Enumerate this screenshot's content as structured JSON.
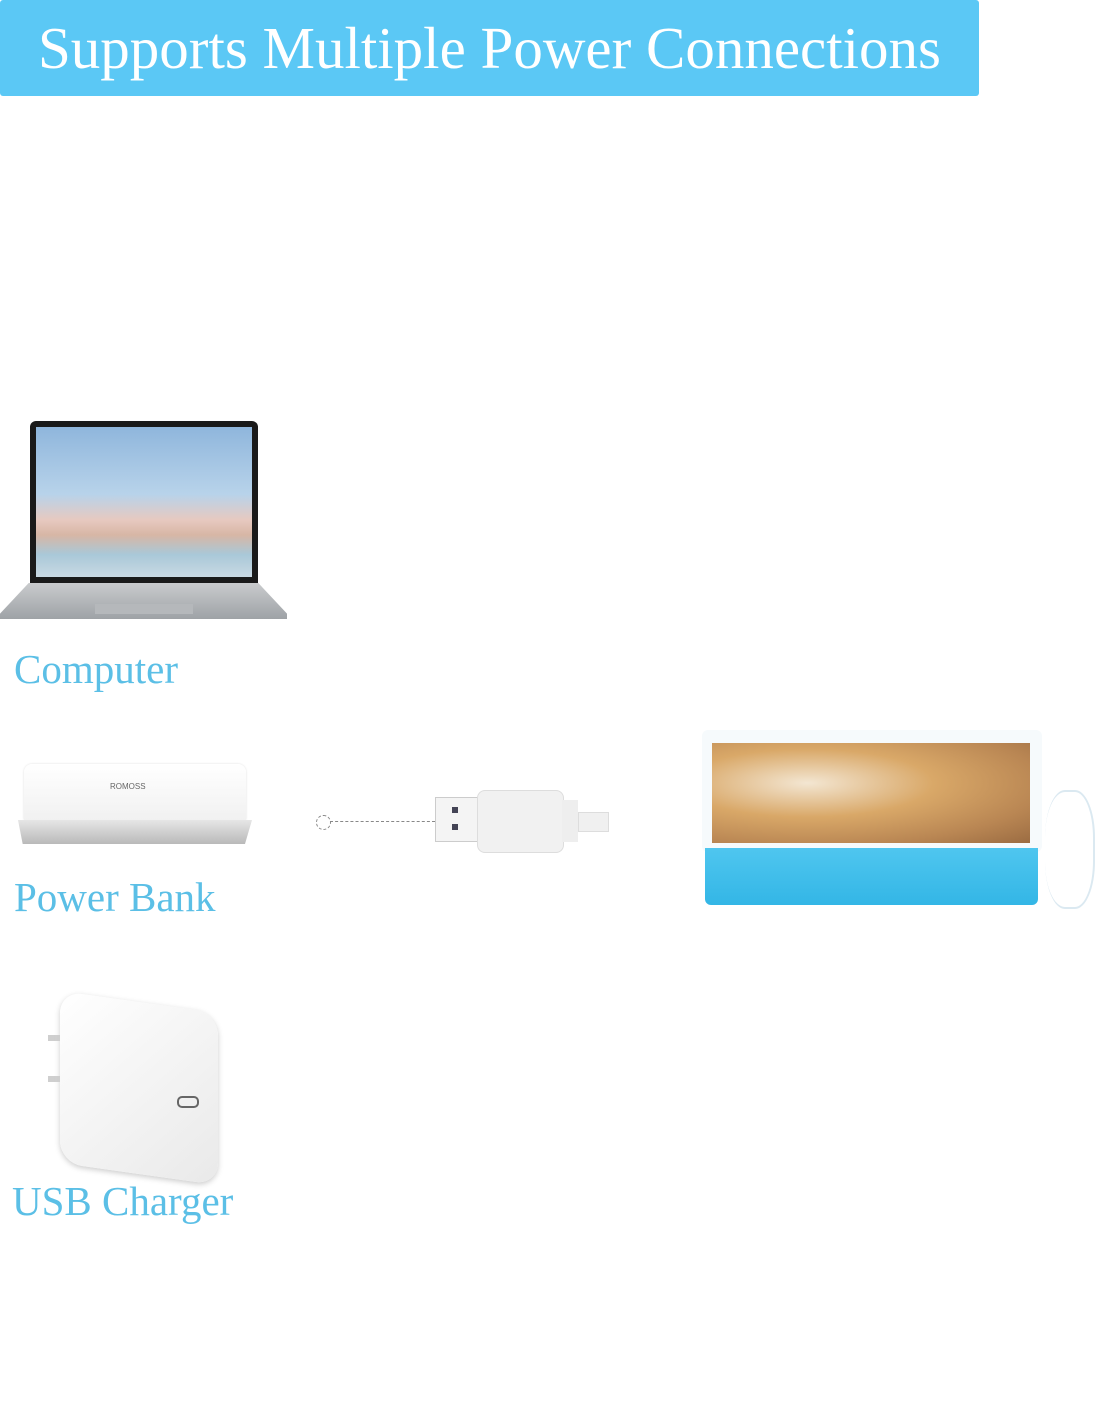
{
  "banner": {
    "title": "Supports Multiple Power Connections"
  },
  "sources": [
    {
      "label": "Computer"
    },
    {
      "label": "Power Bank",
      "brand": "ROMOSS"
    },
    {
      "label": "USB Charger"
    }
  ],
  "colors": {
    "banner": "#5bc8f5",
    "label": "#5bbfe6",
    "box": "#3fbfea"
  }
}
